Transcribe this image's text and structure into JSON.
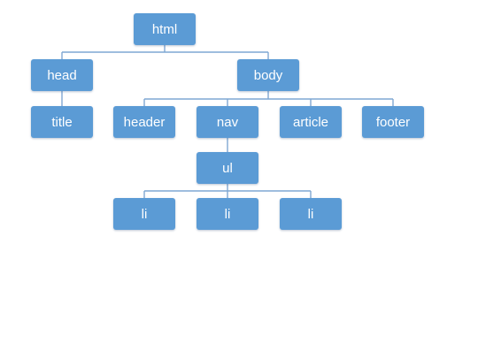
{
  "nodes": [
    {
      "id": "html",
      "label": "html"
    },
    {
      "id": "head",
      "label": "head"
    },
    {
      "id": "body",
      "label": "body"
    },
    {
      "id": "title",
      "label": "title"
    },
    {
      "id": "header",
      "label": "header"
    },
    {
      "id": "nav",
      "label": "nav"
    },
    {
      "id": "article",
      "label": "article"
    },
    {
      "id": "footer",
      "label": "footer"
    },
    {
      "id": "ul",
      "label": "ul"
    },
    {
      "id": "li1",
      "label": "li"
    },
    {
      "id": "li2",
      "label": "li"
    },
    {
      "id": "li3",
      "label": "li"
    }
  ],
  "edges": [
    {
      "from": "html",
      "to": "head"
    },
    {
      "from": "html",
      "to": "body"
    },
    {
      "from": "head",
      "to": "title"
    },
    {
      "from": "body",
      "to": "header"
    },
    {
      "from": "body",
      "to": "nav"
    },
    {
      "from": "body",
      "to": "article"
    },
    {
      "from": "body",
      "to": "footer"
    },
    {
      "from": "nav",
      "to": "ul"
    },
    {
      "from": "ul",
      "to": "li1"
    },
    {
      "from": "ul",
      "to": "li2"
    },
    {
      "from": "ul",
      "to": "li3"
    }
  ],
  "colors": {
    "node_fill": "#5b9bd5",
    "node_text": "#ffffff",
    "connector": "#7fa7d3"
  }
}
